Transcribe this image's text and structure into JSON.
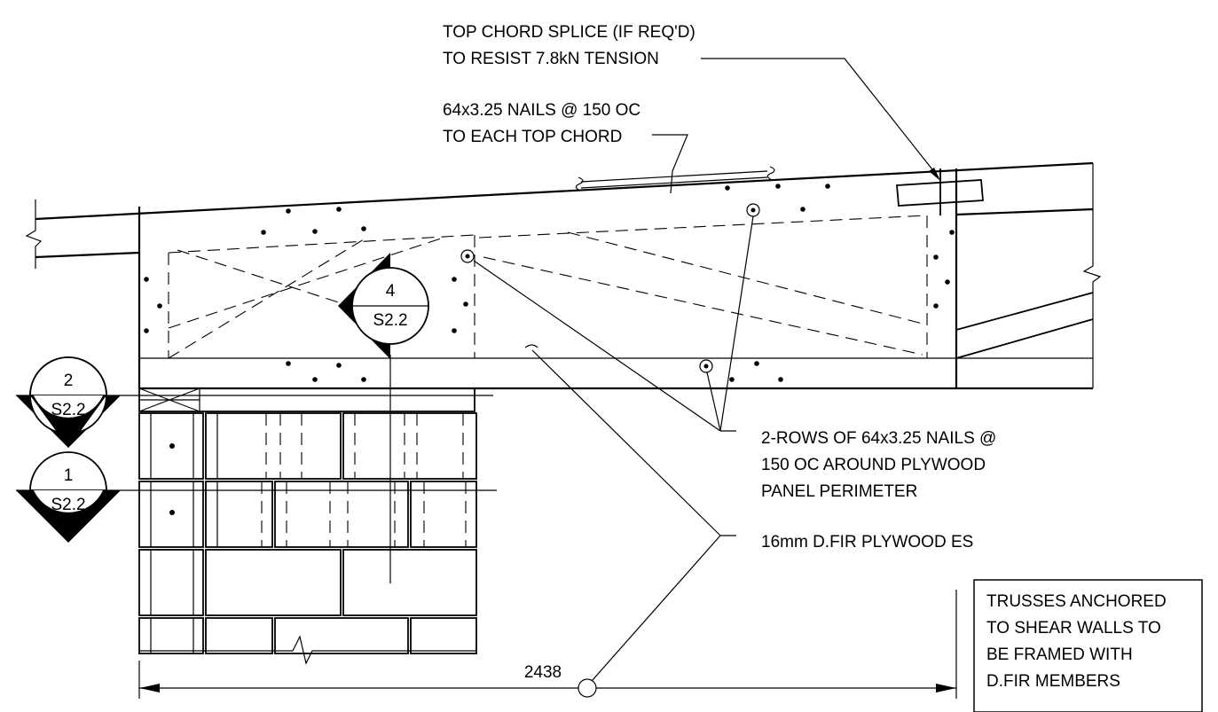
{
  "notes": {
    "splice_line1": "TOP CHORD SPLICE (IF REQ'D)",
    "splice_line2": "TO RESIST 7.8kN TENSION",
    "nails_line1": "64x3.25 NAILS @ 150 OC",
    "nails_line2": "TO EACH TOP CHORD",
    "rows_line1": "2-ROWS OF 64x3.25 NAILS @",
    "rows_line2": "150 OC AROUND PLYWOOD",
    "rows_line3": "PANEL PERIMETER",
    "plywood": "16mm D.FIR PLYWOOD ES",
    "box_line1": "TRUSSES ANCHORED",
    "box_line2": "TO SHEAR WALLS TO",
    "box_line3": "BE FRAMED WITH",
    "box_line4": "D.FIR MEMBERS"
  },
  "dimension": {
    "value": "2438"
  },
  "section_markers": [
    {
      "number": "4",
      "sheet": "S2.2"
    },
    {
      "number": "2",
      "sheet": "S2.2"
    },
    {
      "number": "1",
      "sheet": "S2.2"
    }
  ]
}
